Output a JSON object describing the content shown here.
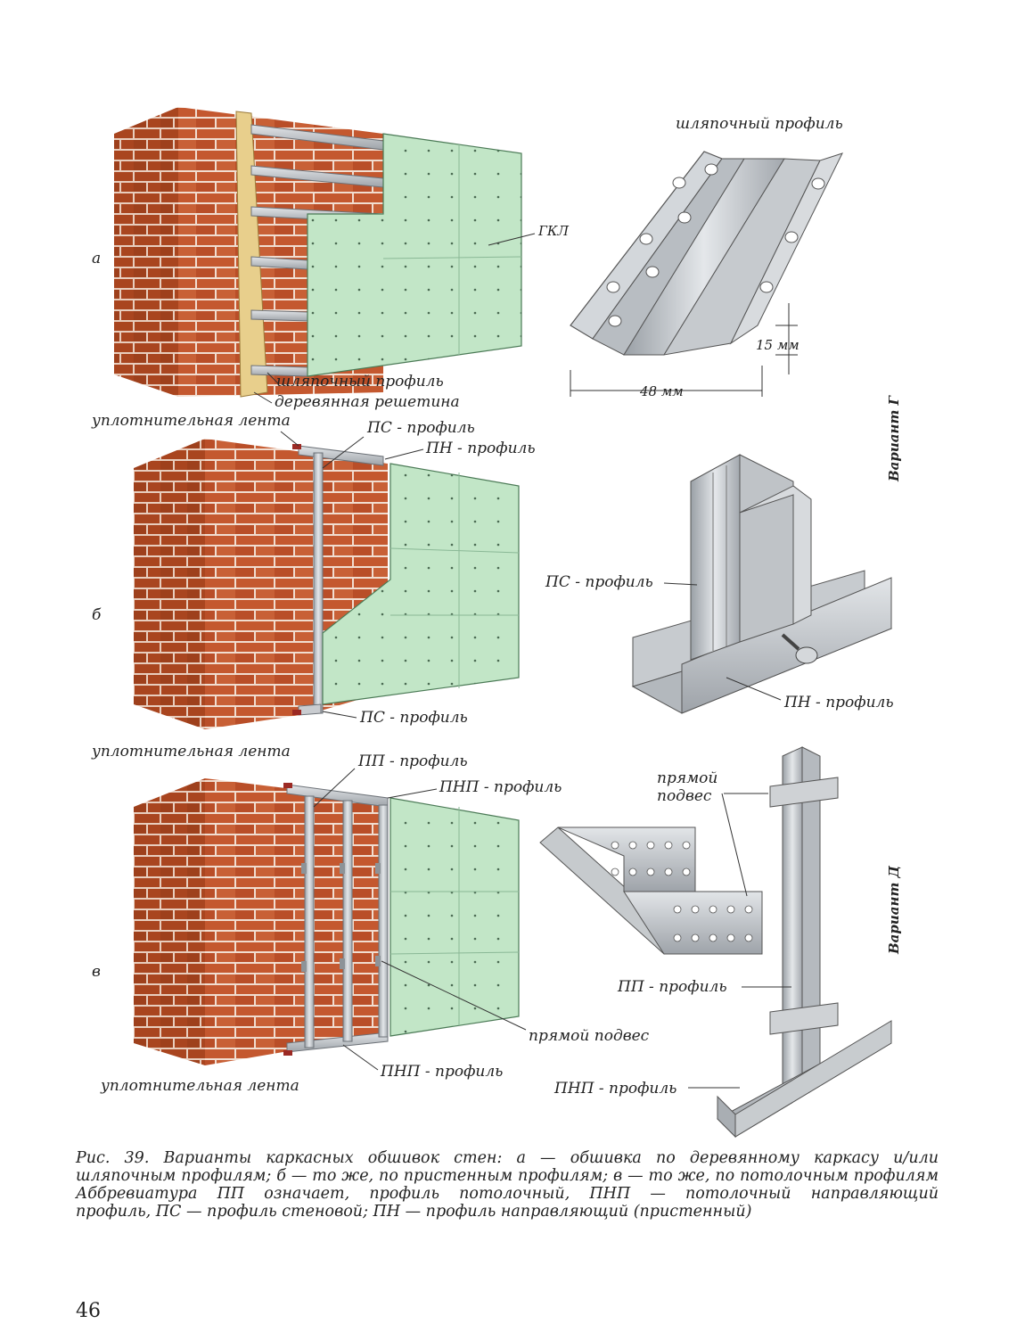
{
  "figure": {
    "panel_a": {
      "letter": "а",
      "gkl_label": "ГКЛ",
      "hat_profile_label": "шляпочный профиль",
      "wood_lath_label": "деревянная решетина"
    },
    "hat_profile_detail": {
      "title": "шляпочный профиль",
      "dim_height": "15 мм",
      "dim_width": "48 мм"
    },
    "variant_g": "Вариант Г",
    "panel_b": {
      "letter": "б",
      "seal_tape_top": "уплотнительная лента",
      "ps_profile_top": "ПС - профиль",
      "pn_profile": "ПН - профиль",
      "ps_profile_bottom": "ПС - профиль",
      "seal_tape_bottom": "уплотнительная лента"
    },
    "ps_pn_detail": {
      "ps_label": "ПС - профиль",
      "pn_label": "ПН - профиль"
    },
    "panel_v": {
      "letter": "в",
      "pp_profile": "ПП - профиль",
      "pnp_profile_top": "ПНП - профиль",
      "direct_hanger": "прямой подвес",
      "pnp_profile_bottom": "ПНП - профиль",
      "seal_tape_bottom": "уплотнительная лента"
    },
    "hanger_detail": {
      "direct_hanger_line1": "прямой",
      "direct_hanger_line2": "подвес",
      "pp_profile": "ПП - профиль",
      "pnp_profile": "ПНП - профиль"
    },
    "variant_d": "Вариант Д"
  },
  "caption": {
    "line1": "Рис. 39. Варианты каркасных обшивок стен: а — обшивка по деревянному каркасу и/или",
    "line2": "шляпочным профилям; б — то же, по пристенным профилям; в — то же, по потолочным профилям",
    "line3": "Аббревиатура ПП означает, профиль потолочный, ПНП — потолочный направляющий",
    "line4": "профиль, ПС — профиль стеновой; ПН — профиль направляющий (пристенный)"
  },
  "page_number": "46",
  "colors": {
    "brick": "#c4582f",
    "mortar": "#f1ddd0",
    "drywall": "#bfe3c4",
    "metal": "#c9ccd0"
  }
}
